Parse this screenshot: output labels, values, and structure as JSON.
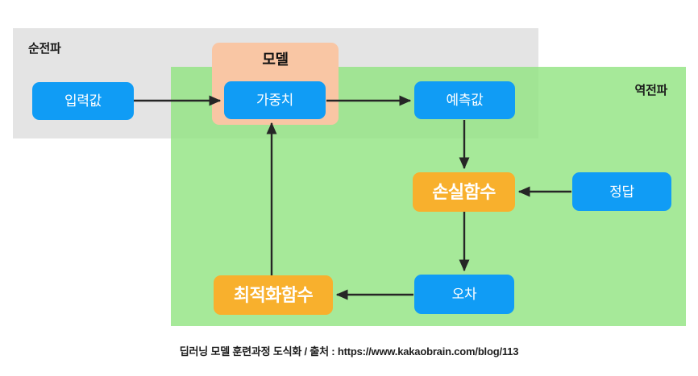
{
  "diagram": {
    "title_caption": "딥러닝 모델 훈련과정 도식화 / 출처 : https://www.kakaobrain.com/blog/113",
    "panels": {
      "forward": {
        "label": "순전파",
        "color": "#e4e4e4"
      },
      "backward": {
        "label": "역전파",
        "color": "#90e480"
      }
    },
    "groups": {
      "model": {
        "label": "모델",
        "color": "#f9c6a4"
      }
    },
    "nodes": {
      "input": {
        "label": "입력값",
        "color": "#109cf5"
      },
      "weight": {
        "label": "가중치",
        "color": "#109cf5"
      },
      "prediction": {
        "label": "예측값",
        "color": "#109cf5"
      },
      "loss_function": {
        "label": "손실함수",
        "color": "#f8b02d"
      },
      "ground_truth": {
        "label": "정답",
        "color": "#109cf5"
      },
      "error": {
        "label": "오차",
        "color": "#109cf5"
      },
      "optimizer": {
        "label": "최적화함수",
        "color": "#f8b02d"
      }
    },
    "edges": [
      {
        "name": "input-to-weight",
        "from": "input",
        "to": "weight"
      },
      {
        "name": "weight-to-prediction",
        "from": "weight",
        "to": "prediction"
      },
      {
        "name": "prediction-to-loss",
        "from": "prediction",
        "to": "loss_function"
      },
      {
        "name": "ground-truth-to-loss",
        "from": "ground_truth",
        "to": "loss_function"
      },
      {
        "name": "loss-to-error",
        "from": "loss_function",
        "to": "error"
      },
      {
        "name": "error-to-optimizer",
        "from": "error",
        "to": "optimizer"
      },
      {
        "name": "optimizer-to-weight",
        "from": "optimizer",
        "to": "weight"
      }
    ],
    "arrow_color": "#262626"
  }
}
